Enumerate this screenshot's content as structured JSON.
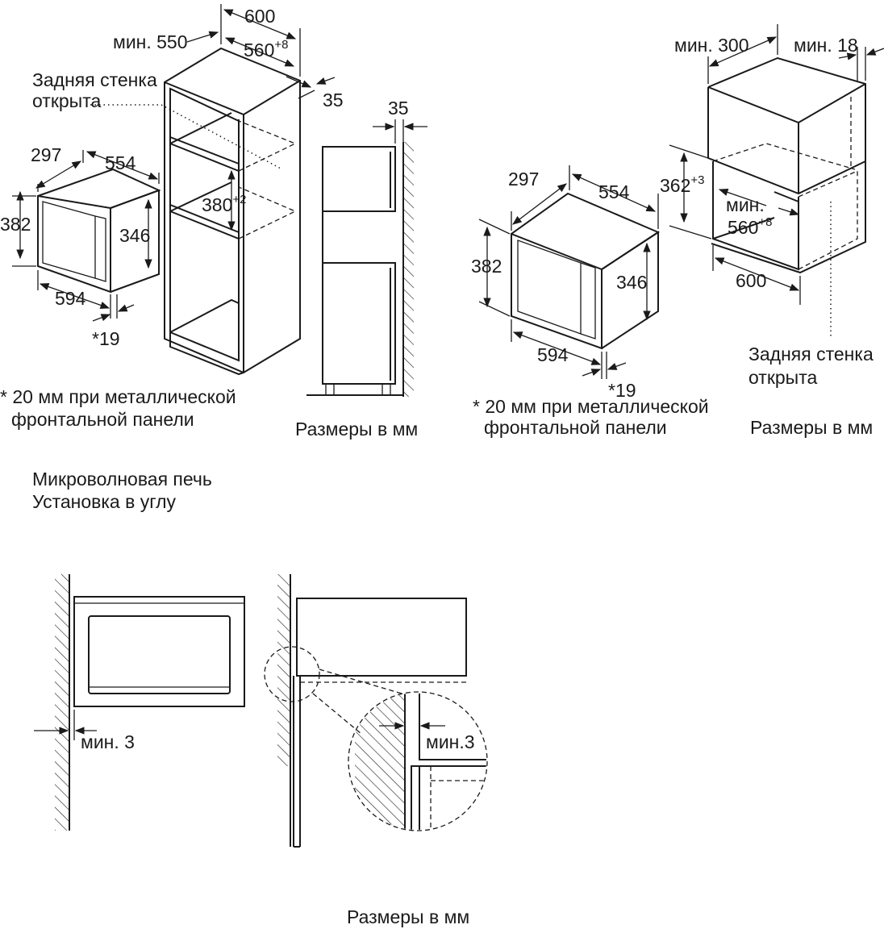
{
  "top_left": {
    "oven_depth": "297",
    "oven_width": "554",
    "oven_height": "382",
    "oven_inner_height": "346",
    "oven_front_width": "594",
    "front_offset": "*19",
    "cabinet_width": "600",
    "cabinet_min_depth": "мин. 550",
    "niche_depth": "560",
    "niche_depth_tol": "+8",
    "back_gap": "35",
    "niche_height": "380",
    "niche_height_tol": "+2",
    "back_wall_line1": "Задняя стенка",
    "back_wall_line2": "открыта",
    "side_gap": "35",
    "footnote_line1": "* 20 мм при металлической",
    "footnote_line2": "фронтальной панели",
    "units": "Размеры в мм"
  },
  "top_right": {
    "cabinet_min_depth": "мин. 300",
    "side_min": "мин. 18",
    "oven_depth": "297",
    "oven_width": "554",
    "oven_height": "382",
    "oven_inner_height": "346",
    "oven_front_width": "594",
    "front_offset": "*19",
    "niche_height": "362",
    "niche_height_tol": "+3",
    "niche_min_label": "мин.",
    "niche_depth": "560",
    "niche_depth_tol": "+8",
    "cabinet_width": "600",
    "back_wall_line1": "Задняя стенка",
    "back_wall_line2": "открыта",
    "footnote_line1": "* 20 мм при металлической",
    "footnote_line2": "фронтальной панели",
    "units": "Размеры в мм"
  },
  "section_title": {
    "line1": "Микроволновая печь",
    "line2": "Установка в углу"
  },
  "bottom": {
    "wall_gap": "мин. 3",
    "detail_gap": "мин.3",
    "units": "Размеры в мм"
  }
}
